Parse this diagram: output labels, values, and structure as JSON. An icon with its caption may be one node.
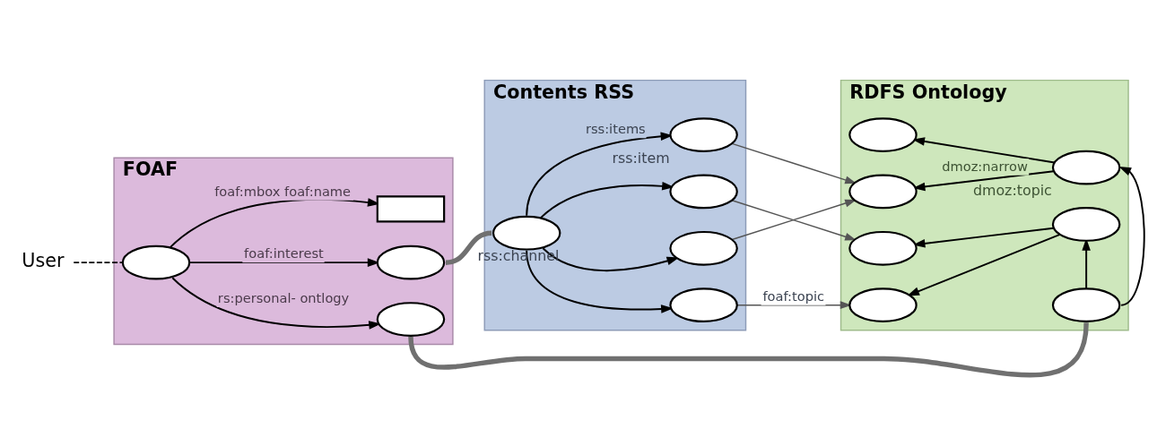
{
  "diagram": {
    "nodes": [
      {
        "text": [
          "User"
        ]
      },
      {
        "text": [
          "FOAF"
        ]
      },
      {
        "text": [],
        "shape": "ellipse",
        "in": 1
      },
      {
        "text": [],
        "shape": "box",
        "in": 1
      },
      {
        "text": [],
        "shape": "ellipse",
        "in": 1
      },
      {
        "text": [],
        "shape": "ellipse",
        "in": 1
      },
      {
        "text": [
          "Contents RSS"
        ]
      },
      {
        "text": [],
        "shape": "ellipse",
        "in": 6,
        "beside": [
          "rss:channel"
        ]
      },
      {
        "text": [],
        "shape": "ellipse",
        "in": 6,
        "beside": [
          "rss:item"
        ]
      },
      {
        "text": [],
        "shape": "ellipse",
        "in": 6
      },
      {
        "text": [],
        "shape": "ellipse",
        "in": 6
      },
      {
        "text": [],
        "shape": "ellipse",
        "in": 6
      },
      {
        "text": [
          "RDFS Ontology"
        ]
      },
      {
        "text": [],
        "shape": "ellipse",
        "in": 12
      },
      {
        "text": [],
        "shape": "ellipse",
        "in": 12
      },
      {
        "text": [],
        "shape": "ellipse",
        "in": 12
      },
      {
        "text": [],
        "shape": "ellipse",
        "in": 12
      },
      {
        "text": [],
        "shape": "ellipse",
        "in": 12,
        "beside": [
          "dmoz:topic"
        ]
      },
      {
        "text": [],
        "shape": "ellipse",
        "in": 12
      },
      {
        "text": [],
        "shape": "ellipse",
        "in": 12
      }
    ],
    "edges": [
      {
        "from": 0,
        "to": 2,
        "arrow": "none",
        "style": "dashed"
      },
      {
        "from": 2,
        "to": 3,
        "arrow": "to",
        "label": "foaf:mbox foaf:name"
      },
      {
        "from": 2,
        "to": 4,
        "arrow": "to",
        "label": "foaf:interest"
      },
      {
        "from": 2,
        "to": 5,
        "arrow": "to",
        "label": "rs:personal- ontlogy"
      },
      {
        "from": 4,
        "to": 7,
        "arrow": "none",
        "style": "thick",
        "color": "#707070"
      },
      {
        "from": 7,
        "to": 8,
        "arrow": "to",
        "label": "rss:items"
      },
      {
        "from": 7,
        "to": 9,
        "arrow": "to"
      },
      {
        "from": 7,
        "to": 10,
        "arrow": "to"
      },
      {
        "from": 7,
        "to": 11,
        "arrow": "to"
      },
      {
        "from": 8,
        "to": 14,
        "arrow": "to",
        "color": "#555555"
      },
      {
        "from": 9,
        "to": 15,
        "arrow": "to",
        "color": "#555555"
      },
      {
        "from": 10,
        "to": 14,
        "arrow": "to",
        "color": "#555555"
      },
      {
        "from": 11,
        "to": 16,
        "arrow": "to",
        "label": "foaf:topic",
        "color": "#555555"
      },
      {
        "from": 17,
        "to": 13,
        "arrow": "to"
      },
      {
        "from": 17,
        "to": 14,
        "arrow": "to",
        "label": "dmoz:narrow"
      },
      {
        "from": 19,
        "to": 17,
        "arrow": "to"
      },
      {
        "from": 19,
        "to": 18,
        "arrow": "to"
      },
      {
        "from": 18,
        "to": 15,
        "arrow": "to"
      },
      {
        "from": 18,
        "to": 16,
        "arrow": "to"
      },
      {
        "from": 5,
        "to": 19,
        "arrow": "none",
        "style": "thick",
        "color": "#707070"
      }
    ]
  }
}
